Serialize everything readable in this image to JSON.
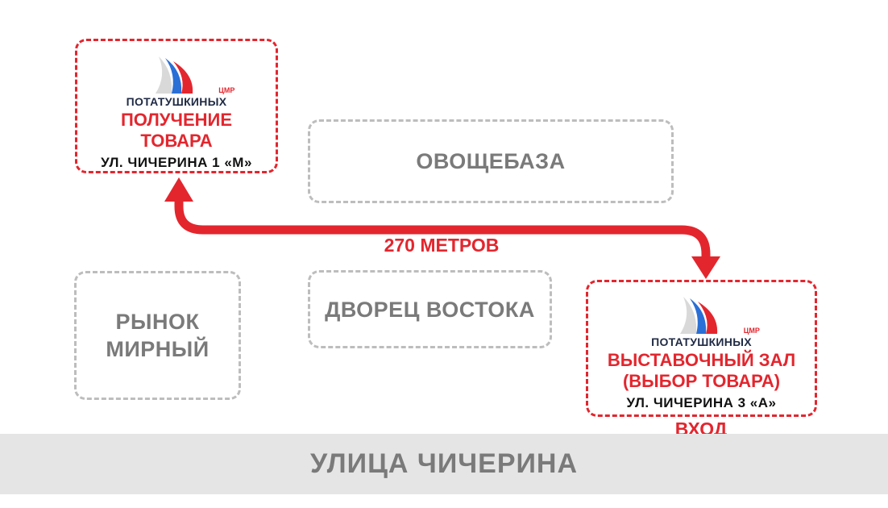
{
  "pickup": {
    "brand": "ПОТАТУШКИНЫХ",
    "brand_sub": "ЦМР",
    "title": "ПОЛУЧЕНИЕ\nТОВАРА",
    "address": "УЛ. ЧИЧЕРИНА 1 «М»"
  },
  "showroom": {
    "brand": "ПОТАТУШКИНЫХ",
    "brand_sub": "ЦМР",
    "title": "ВЫСТАВОЧНЫЙ ЗАЛ\n(ВЫБОР ТОВАРА)",
    "address": "УЛ. ЧИЧЕРИНА 3 «А»"
  },
  "landmarks": {
    "ovoschebaza": "ОВОЩЕБАЗА",
    "rynok": "РЫНОК\nМИРНЫЙ",
    "dvorets": "ДВОРЕЦ ВОСТОКА"
  },
  "route": {
    "distance": "270 МЕТРОВ"
  },
  "entrance": "ВХОД",
  "street": "УЛИЦА ЧИЧЕРИНА",
  "colors": {
    "accent": "#e3262e",
    "grey_text": "#7a7a7a",
    "grey_border": "#bdbdbd",
    "street_bg": "#e5e5e5"
  }
}
